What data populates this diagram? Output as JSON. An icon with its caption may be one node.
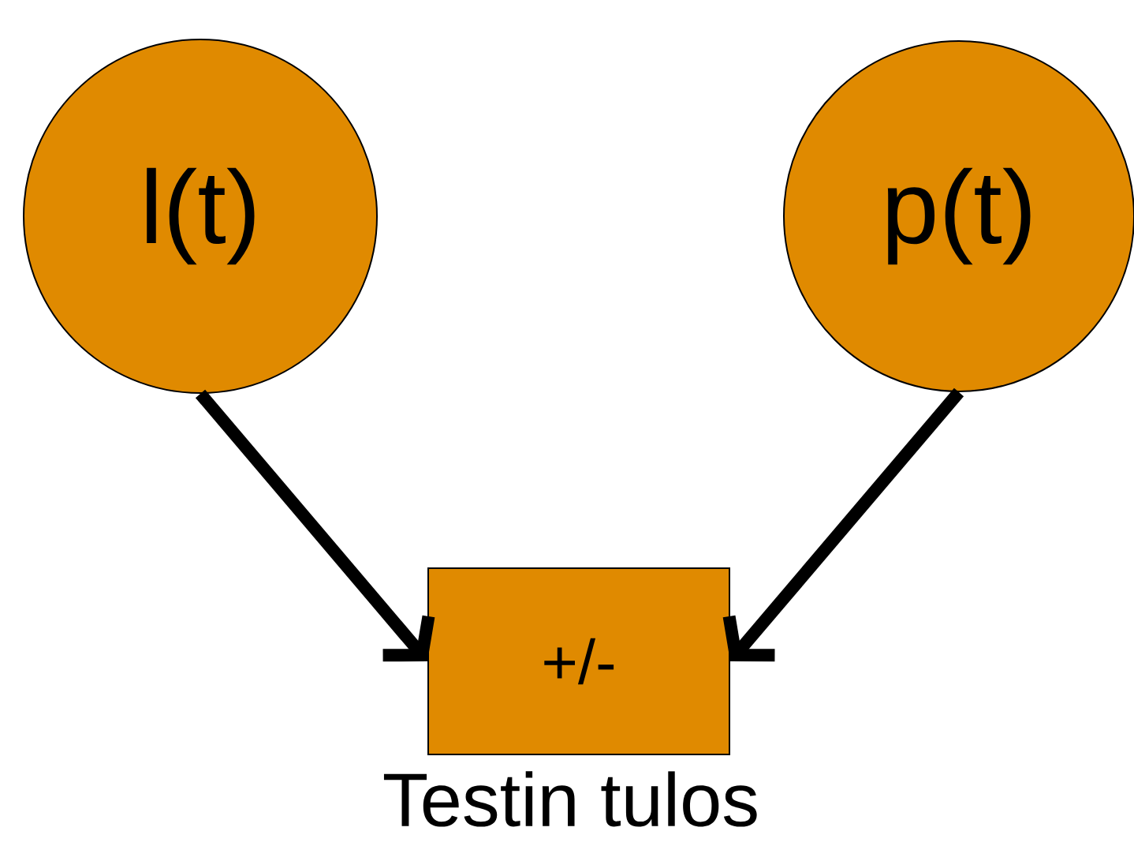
{
  "diagram": {
    "nodes": [
      {
        "text": [
          "l(t)"
        ]
      },
      {
        "text": [
          "p(t)"
        ]
      },
      {
        "text": [
          "+/-"
        ],
        "beside": [
          "Testin tulos"
        ]
      }
    ],
    "edges": [
      {
        "from": 0,
        "to": 2,
        "arrow": "to"
      },
      {
        "from": 1,
        "to": 2,
        "arrow": "to"
      }
    ]
  }
}
